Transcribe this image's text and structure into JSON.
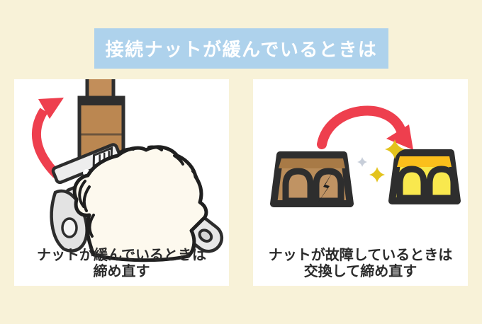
{
  "title": {
    "text": "接続ナットが緩んでいるときは"
  },
  "panels": {
    "left": {
      "caption_lines": [
        "ナットが緩んでいるときは",
        "締め直す"
      ],
      "illustration": "hand-tightening-pipe-nut-with-adjustable-wrench"
    },
    "right": {
      "caption_lines": [
        "ナットが故障しているときは",
        "交換して締め直す"
      ],
      "illustration": "broken-nut-replaced-by-new-nut"
    }
  },
  "icons": {
    "left_arrow": "rotation-arrow-icon",
    "right_arrow": "replace-arrow-icon",
    "crack": "crack-lightning-icon",
    "sparkles": "sparkle-icon"
  },
  "colors": {
    "background": "#f8f2d8",
    "banner": "#aed2ec",
    "banner_text": "#ffffff",
    "panel": "#ffffff",
    "caption_text": "#2b2b2b",
    "arrow_red": "#ee3f4e",
    "outline_dark": "#2d2d2d",
    "pipe_brown": "#c28e5a",
    "old_nut_front": "#b98c59",
    "old_nut_top": "#a87a46",
    "new_nut_front": "#f8e74a",
    "new_nut_top": "#fbbf1b",
    "wrench_gray": "#ededed",
    "hand_cream": "#fdf9ee",
    "sparkle_gold": "#e3c31d",
    "sparkle_gray": "#c7ced9"
  }
}
